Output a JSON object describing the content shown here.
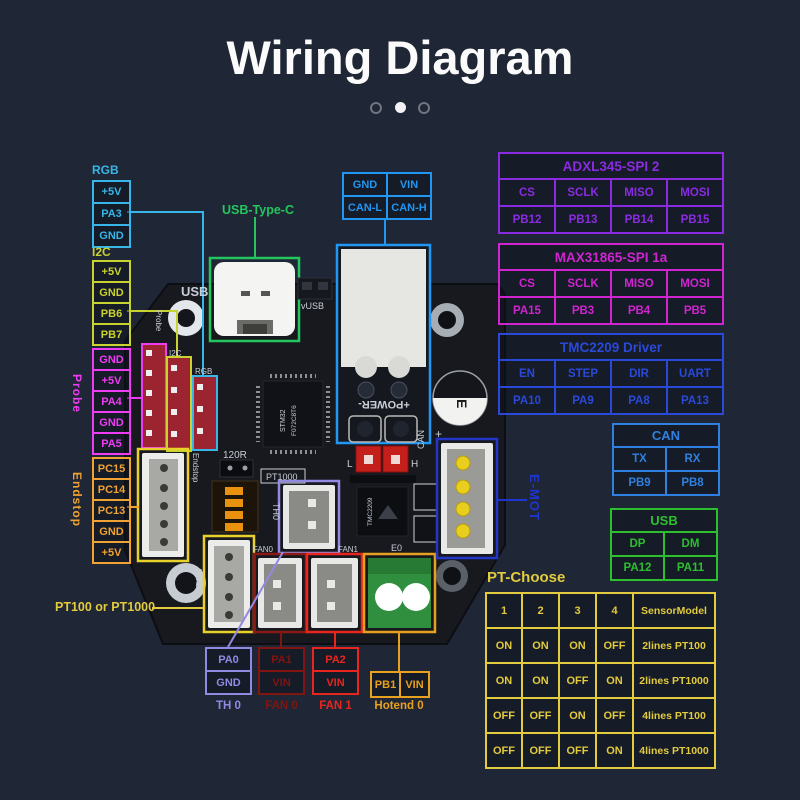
{
  "header": {
    "title": "Wiring Diagram"
  },
  "carousel": {
    "pages": 3,
    "active_page": 2
  },
  "left_tables": {
    "rgb": {
      "label": "RGB",
      "pins": [
        "+5V",
        "PA3",
        "GND"
      ],
      "color": "#38b6e8"
    },
    "i2c": {
      "label": "I2C",
      "pins": [
        "+5V",
        "GND",
        "PB6",
        "PB7"
      ],
      "color": "#c9d32f"
    },
    "probe": {
      "label": "Probe",
      "pins": [
        "GND",
        "+5V",
        "PA4",
        "GND",
        "PA5"
      ],
      "color": "#ee3cf2"
    },
    "endstop": {
      "label": "Endstop",
      "pins": [
        "PC15",
        "PC14",
        "PC13",
        "GND",
        "+5V"
      ],
      "color": "#f0a232"
    },
    "pt_label": "PT100 or PT1000"
  },
  "top": {
    "usb_type_c_label": "USB-Type-C",
    "power_can": {
      "rows": [
        [
          "GND",
          "VIN"
        ],
        [
          "CAN-L",
          "CAN-H"
        ]
      ],
      "color": "#2196f3"
    }
  },
  "right_tables": {
    "adxl345": {
      "title": "ADXL345-SPI 2",
      "headers": [
        "CS",
        "SCLK",
        "MISO",
        "MOSI"
      ],
      "pins": [
        "PB12",
        "PB13",
        "PB14",
        "PB15"
      ],
      "color": "#8a2be2"
    },
    "max31865": {
      "title": "MAX31865-SPI 1a",
      "headers": [
        "CS",
        "SCLK",
        "MISO",
        "MOSI"
      ],
      "pins": [
        "PA15",
        "PB3",
        "PB4",
        "PB5"
      ],
      "color": "#d024d0"
    },
    "tmc2209": {
      "title": "TMC2209 Driver",
      "headers": [
        "EN",
        "STEP",
        "DIR",
        "UART"
      ],
      "pins": [
        "PA10",
        "PA9",
        "PA8",
        "PA13"
      ],
      "color": "#2b49d8"
    },
    "can": {
      "title": "CAN",
      "headers": [
        "TX",
        "RX"
      ],
      "pins": [
        "PB9",
        "PB8"
      ],
      "color": "#2f80e0"
    },
    "usb": {
      "title": "USB",
      "headers": [
        "DP",
        "DM"
      ],
      "pins": [
        "PA12",
        "PA11"
      ],
      "color": "#2ebf2e"
    }
  },
  "bottom_tables": {
    "th0": {
      "pins": [
        "PA0",
        "GND"
      ],
      "label": "TH 0",
      "color": "#9289e2"
    },
    "fan0": {
      "pins": [
        "PA1",
        "VIN"
      ],
      "label": "FAN 0",
      "color": "#801512"
    },
    "fan1": {
      "pins": [
        "PA2",
        "VIN"
      ],
      "label": "FAN 1",
      "color": "#e8261f"
    },
    "hotend": {
      "pins": [
        "PB1",
        "VIN"
      ],
      "label": "Hotend 0",
      "color": "#e8a01f"
    }
  },
  "emot_label": "E-MOT",
  "pt_choose": {
    "title": "PT-Choose",
    "headers": [
      "1",
      "2",
      "3",
      "4",
      "SensorModel"
    ],
    "rows": [
      [
        "ON",
        "ON",
        "ON",
        "OFF",
        "2lines PT100"
      ],
      [
        "ON",
        "ON",
        "OFF",
        "ON",
        "2lines PT1000"
      ],
      [
        "OFF",
        "OFF",
        "ON",
        "OFF",
        "4lines PT100"
      ],
      [
        "OFF",
        "OFF",
        "OFF",
        "ON",
        "4lines PT1000"
      ]
    ],
    "color": "#e2cb3e"
  },
  "board_silkscreen": {
    "usb": "USB",
    "vusb": "vUSB",
    "r120": "120R",
    "pt1000": "PT1000",
    "pt100": "PT100",
    "th0": "TH0",
    "fan0": "FAN0",
    "fan1": "FAN1",
    "e0": "E0",
    "probe": "Probe",
    "i2c": "I2C",
    "rgb": "RGB",
    "endstop": "Endstop",
    "power": "+POWER-",
    "can": "CAN",
    "jumper_l": "L",
    "jumper_h": "H",
    "plus": "+",
    "cap_mark": "E",
    "mcu_line1": "STM32",
    "mcu_line2": "F072C8T6",
    "driver_chip": "TMC2209"
  },
  "colors": {
    "background": "#1f2635",
    "board": "#17191f",
    "rgb": "#38b6e8",
    "i2c": "#c9d32f",
    "probe": "#ee3cf2",
    "endstop": "#f0a232",
    "power_can": "#2196f3",
    "usb_type_c": "#23c55e",
    "adxl345": "#8a2be2",
    "max31865": "#d024d0",
    "tmc2209": "#2b49d8",
    "can": "#2f80e0",
    "usb": "#2ebf2e",
    "pt_choose": "#e2cb3e",
    "th0": "#9289e2",
    "fan0": "#801512",
    "fan1": "#e8261f",
    "hotend": "#e8a01f",
    "emot": "#1e35cf"
  }
}
